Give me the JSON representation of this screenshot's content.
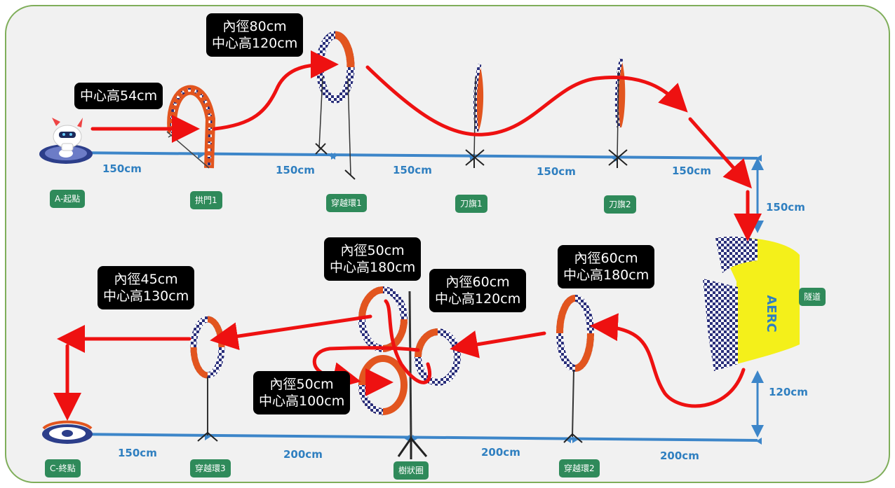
{
  "callouts": {
    "arch": [
      "中心高54cm"
    ],
    "ring1": [
      "內徑80cm",
      "中心高120cm"
    ],
    "tree_top": [
      "內徑50cm",
      "中心高180cm"
    ],
    "tree_right": [
      "內徑60cm",
      "中心高120cm"
    ],
    "tree_bottom": [
      "內徑50cm",
      "中心高100cm"
    ],
    "ring2": [
      "內徑60cm",
      "中心高180cm"
    ],
    "ring3": [
      "內徑45cm",
      "中心高130cm"
    ]
  },
  "labels": {
    "start": "A-起點",
    "arch": "拱門1",
    "ring1": "穿越環1",
    "flag1": "刀旗1",
    "flag2": "刀旗2",
    "tunnel": "隧道",
    "ring2": "穿越環2",
    "tree": "樹狀圈",
    "ring3": "穿越環3",
    "end": "C-終點"
  },
  "distances": {
    "top": [
      "150cm",
      "150cm",
      "150cm",
      "150cm",
      "150cm"
    ],
    "right_upper": "150cm",
    "right_lower": "120cm",
    "bottom": [
      "150cm",
      "200cm",
      "200cm",
      "200cm"
    ]
  },
  "tunnel_logo": "AERC",
  "colors": {
    "route_arrow": "#ee1111",
    "dimension_line": "#3d86c9",
    "tag_green": "#2f8a5a",
    "frame_border": "#7fae5a",
    "ring_orange": "#e2551f",
    "tunnel_yellow": "#f4f01a"
  }
}
